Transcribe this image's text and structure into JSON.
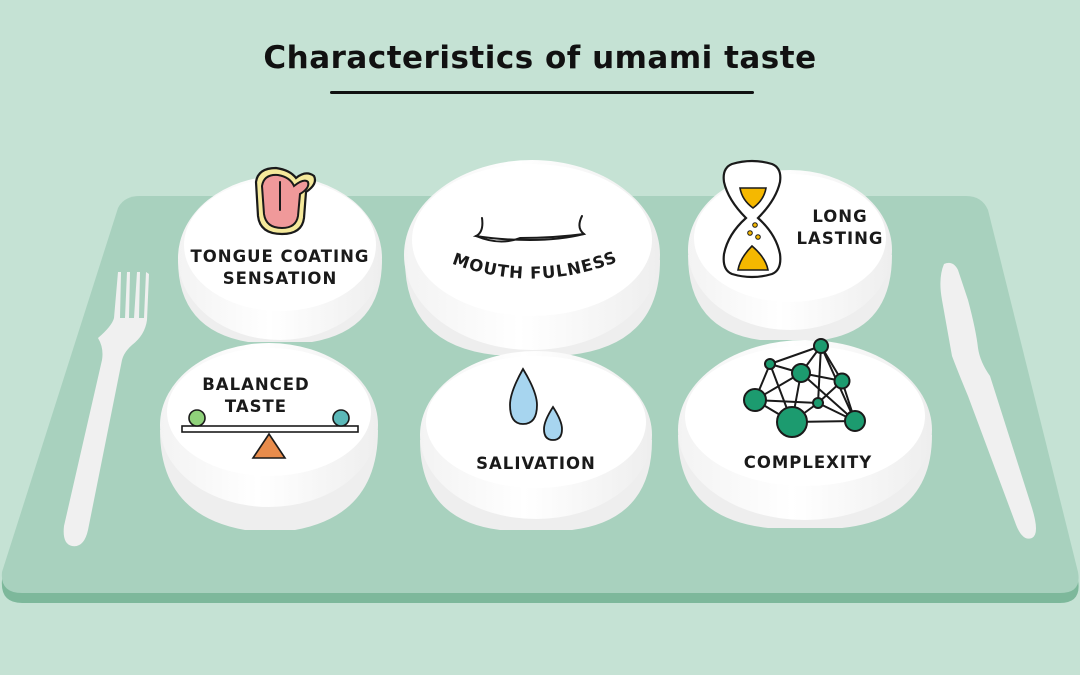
{
  "title": "Characteristics of umami taste",
  "colors": {
    "background": "#c5e2d4",
    "tray": "#a8d1be",
    "tray_edge": "#7db89b",
    "bowl": "#ffffff",
    "cutlery": "#f0f0f0",
    "tongue": "#f0999a",
    "tongue_outline": "#f5e99b",
    "hourglass_sand": "#f5b800",
    "drop": "#a7d5ef",
    "ball_left": "#8fd17a",
    "ball_right": "#5bb8b8",
    "fulcrum": "#e88c4c",
    "network": "#1c9b6f"
  },
  "bowls": [
    {
      "id": "tongue-coating",
      "label_line1": "TONGUE COATING",
      "label_line2": "SENSATION",
      "icon": "tongue-icon"
    },
    {
      "id": "mouth-fulness",
      "label_line1": "MOUTH FULNESS",
      "label_line2": "",
      "icon": "smile-icon"
    },
    {
      "id": "long-lasting",
      "label_line1": "LONG",
      "label_line2": "LASTING",
      "icon": "hourglass-icon"
    },
    {
      "id": "balanced-taste",
      "label_line1": "BALANCED",
      "label_line2": "TASTE",
      "icon": "balance-scale-icon"
    },
    {
      "id": "salivation",
      "label_line1": "SALIVATION",
      "label_line2": "",
      "icon": "water-drops-icon"
    },
    {
      "id": "complexity",
      "label_line1": "COMPLEXITY",
      "label_line2": "",
      "icon": "network-icon"
    }
  ],
  "cutlery": {
    "left": "fork-icon",
    "right": "knife-icon"
  }
}
